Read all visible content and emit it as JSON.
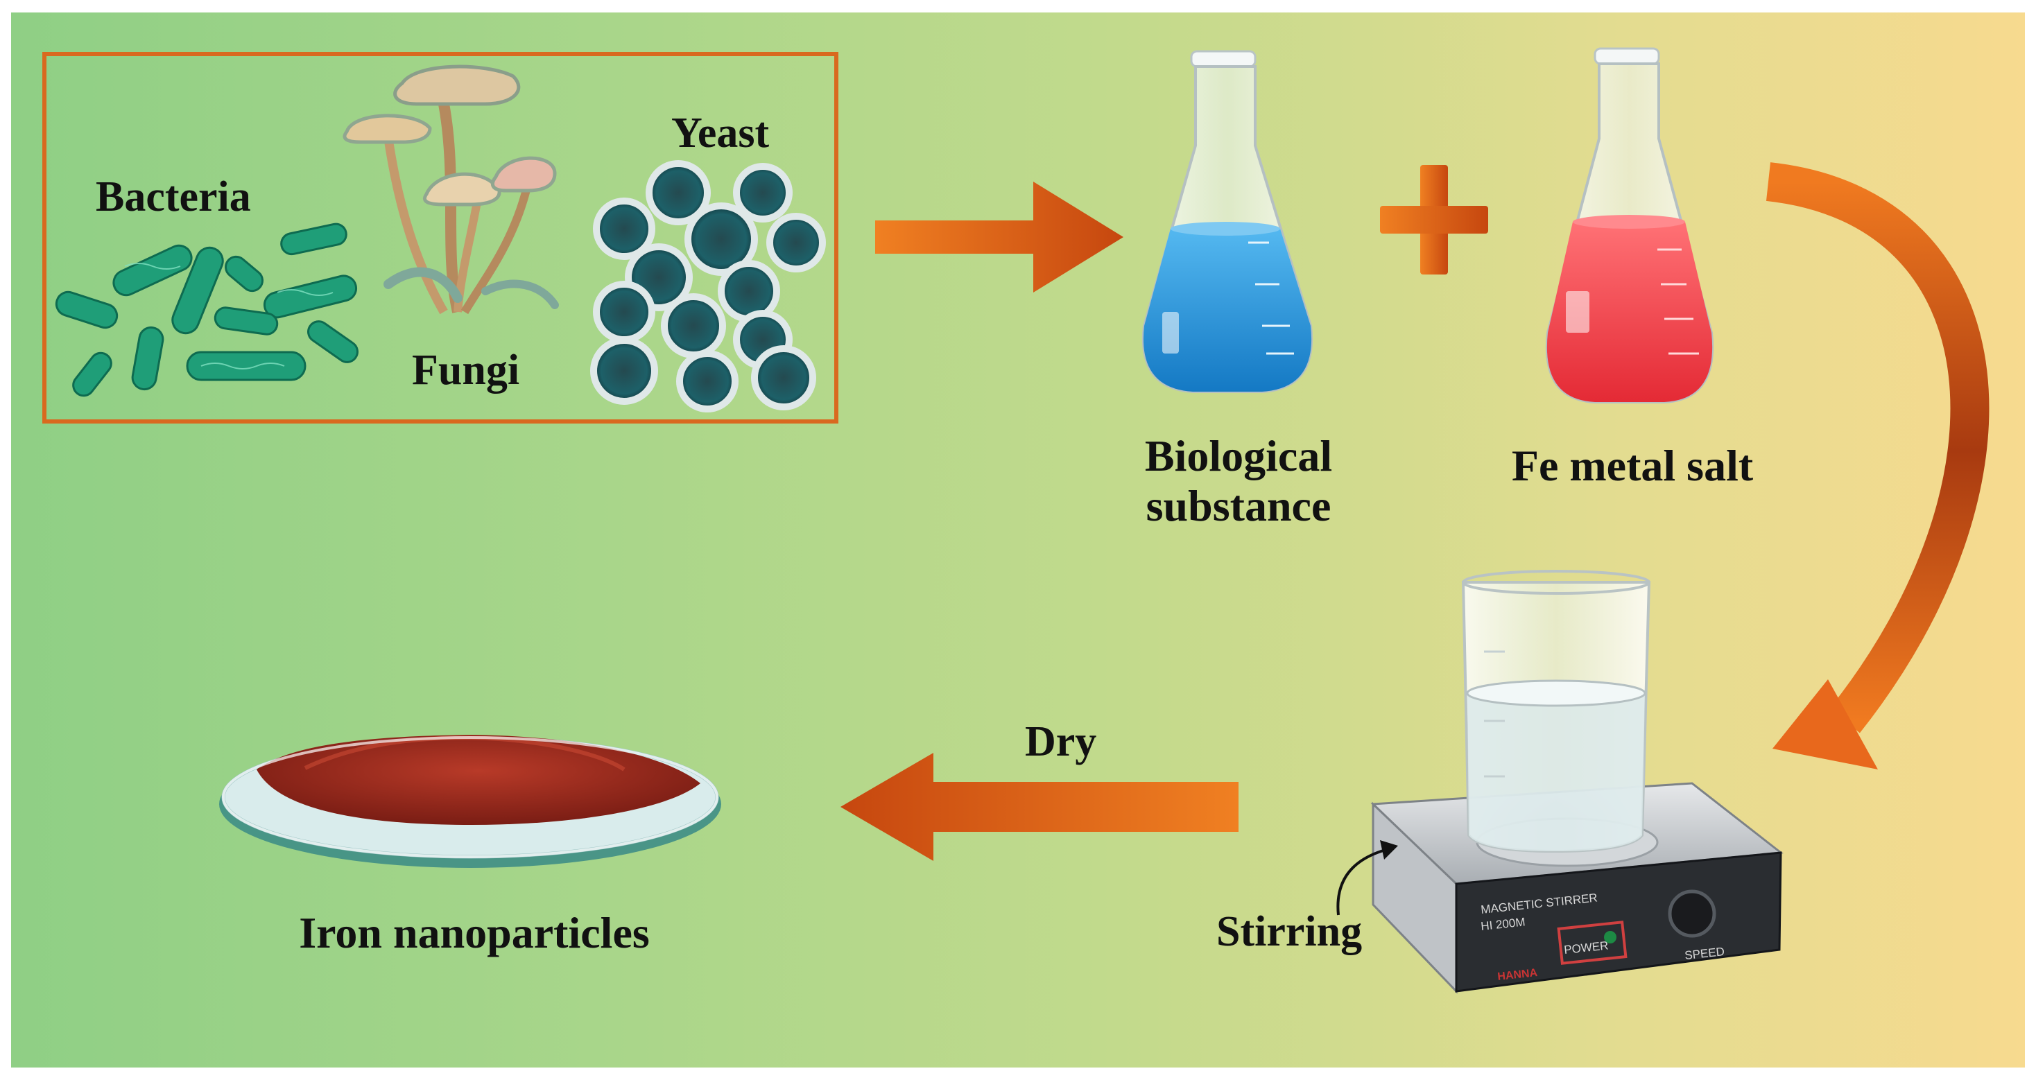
{
  "labels": {
    "bacteria": "Bacteria",
    "fungi": "Fungi",
    "yeast": "Yeast",
    "biological_substance_line1": "Biological",
    "biological_substance_line2": "substance",
    "fe_metal_salt": "Fe metal salt",
    "dry": "Dry",
    "stirring": "Stirring",
    "iron_nanoparticles": "Iron nanoparticles"
  },
  "stirrer": {
    "brand_line1": "MAGNETIC STIRRER",
    "brand_line2": "HI 200M",
    "power": "POWER",
    "speed": "SPEED",
    "maker": "HANNA"
  },
  "colors": {
    "arrow": "#e2621b",
    "arrow_dark": "#b8420f",
    "blue_liquid": "#2e9ce0",
    "red_liquid": "#f2444a",
    "powder": "#9e2a1c",
    "bacteria_green": "#1f9e78",
    "box_border": "#d9691f"
  }
}
